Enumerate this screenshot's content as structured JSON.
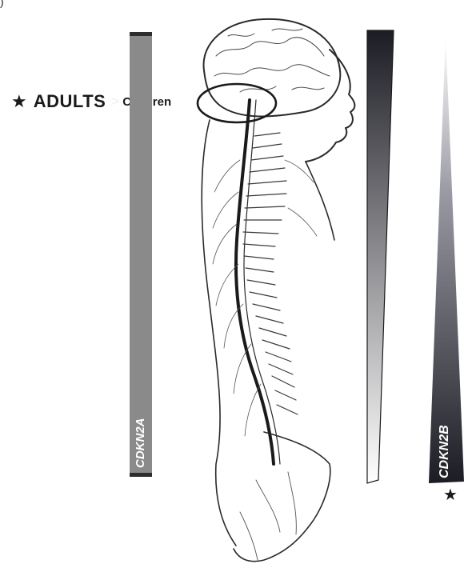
{
  "corner_label": ")",
  "left_marker": {
    "star": "★",
    "adults": "ADULTS",
    "comparator": ">",
    "children": "Children"
  },
  "genes": {
    "left_bar": "CDKN2A",
    "right_wedge": "CDKN2B"
  },
  "right_marker": {
    "star": "★"
  },
  "colors": {
    "bar_gray": "#8a8a8a",
    "bar_caps": "#2e2e2e",
    "gradient_dark": "#1c1c24",
    "gradient_light": "#ffffff",
    "highlight_ellipse": "#1a1a1a"
  },
  "illustration": "anatomical-figure-brain-and-spinal-cord"
}
